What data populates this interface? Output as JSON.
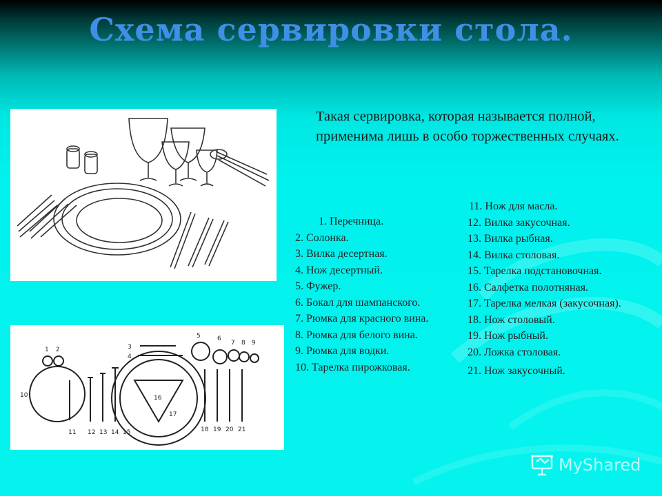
{
  "slide": {
    "title": "Схема сервировки стола.",
    "intro": "Такая сервировка, которая называется полной, применима лишь в особо торжественных случаях."
  },
  "legend_left": [
    "1. Перечница.",
    "2. Солонка.",
    "3. Вилка десертная.",
    "4. Нож десертный.",
    "5. Фужер.",
    "6. Бокал для шампанского.",
    "7. Рюмка для красного вина.",
    "8. Рюмка для белого вина.",
    "9. Рюмка для водки.",
    "10. Тарелка пирожковая."
  ],
  "legend_right": [
    "11. Нож для масла.",
    "12. Вилка закусочная.",
    "13. Вилка рыбная.",
    "14. Вилка столовая.",
    "15. Тарелка подстановочная.",
    "16. Салфетка полотняная.",
    "17. Тарелка мелкая (закусочная).",
    "18. Нож столовый.",
    "19. Нож рыбный.",
    "20. Ложка столовая.",
    "21. Нож закусочный."
  ],
  "diagram": {
    "numbers": [
      "1",
      "2",
      "3",
      "4",
      "5",
      "6",
      "7",
      "8",
      "9",
      "10",
      "11",
      "12",
      "13",
      "14",
      "15",
      "16",
      "17",
      "18",
      "19",
      "20",
      "21"
    ]
  },
  "watermark": {
    "text": "MyShared",
    "icon": "presentation-icon"
  },
  "colors": {
    "title": "#3f8fe6",
    "background": "#00f2ee"
  }
}
